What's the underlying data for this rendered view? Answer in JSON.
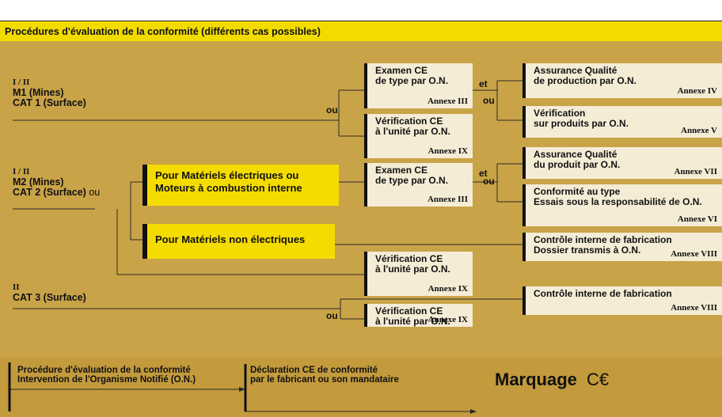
{
  "title": "Procédures d'évaluation de la conformité (différents cas possibles)",
  "groups": [
    {
      "code": "I / II",
      "line1": "M1 (Mines)",
      "line2": "CAT 1 (Surface)",
      "ou": ""
    },
    {
      "code": "I / II",
      "line1": "M2 (Mines)",
      "line2": "CAT 2 (Surface)",
      "ou": "ou"
    },
    {
      "code": "II",
      "line1": "",
      "line2": "CAT 3 (Surface)",
      "ou": ""
    }
  ],
  "yellow_boxes": [
    "Pour Matériels électriques ou\nMoteurs à combustion interne",
    "Pour Matériels non électriques"
  ],
  "mid_boxes": [
    {
      "text": "Examen CE\nde type par O.N.",
      "annex": "Annexe III"
    },
    {
      "text": "Vérification CE\nà l'unité par O.N.",
      "annex": "Annexe IX"
    },
    {
      "text": "Examen CE\nde type par O.N.",
      "annex": "Annexe III"
    },
    {
      "text": "Vérification CE\nà l'unité par O.N.",
      "annex": "Annexe IX"
    },
    {
      "text": "Vérification CE\nà l'unité par O.N.",
      "annex": "Annexe IX"
    }
  ],
  "right_boxes": [
    {
      "text": "Assurance Qualité\nde production par O.N.",
      "annex": "Annexe IV"
    },
    {
      "text": "Vérification\nsur produits par O.N.",
      "annex": "Annexe V"
    },
    {
      "text": "Assurance Qualité\ndu produit par O.N.",
      "annex": "Annexe VII"
    },
    {
      "text": "Conformité au type\nEssais sous la responsabilité de O.N.",
      "annex": "Annexe VI"
    },
    {
      "text": "Contrôle interne de fabrication\nDossier transmis à O.N.",
      "annex": "Annexe VIII"
    },
    {
      "text": "Contrôle interne de fabrication",
      "annex": "Annexe VIII"
    }
  ],
  "connectors": {
    "ou": "ou",
    "et": "et"
  },
  "footer": {
    "step1": "Procédure d'évaluation de la conformité\nIntervention de l'Organisme Notifié (O.N.)",
    "step2": "Déclaration CE de conformité\npar le fabricant ou son mandataire",
    "marking": "Marquage",
    "ce_symbol": "C€"
  }
}
